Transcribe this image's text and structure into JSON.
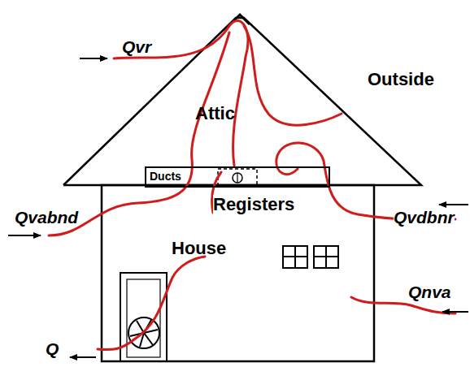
{
  "diagram": {
    "nodes": [
      {
        "text": [
          "Attic"
        ]
      },
      {
        "text": [
          "Ducts"
        ],
        "in": 0
      },
      {
        "text": [
          "House"
        ]
      }
    ],
    "labels": [
      "Qvr",
      "Outside",
      "Registers",
      "Qvabnd",
      "Qvdbnr",
      "Qnva",
      "Q"
    ]
  }
}
